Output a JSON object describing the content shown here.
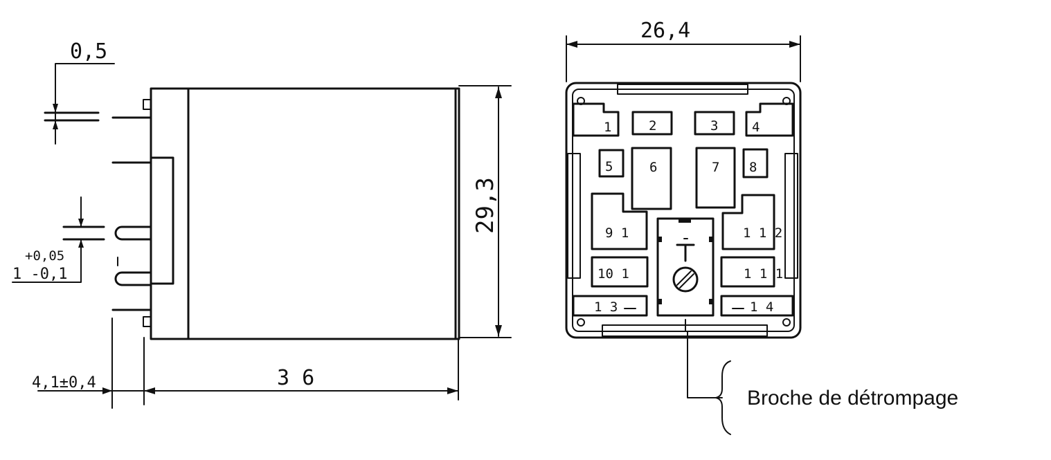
{
  "side_view": {
    "dim_thickness": "0,5",
    "dim_height": "29,3",
    "dim_length": "3 6",
    "dim_pin_offset": "4,1±0,4",
    "dim_pin_tol_upper": "+0,05",
    "dim_pin_width": "1 -0,1"
  },
  "bottom_view": {
    "dim_width": "26,4",
    "pins": [
      "1",
      "2",
      "3",
      "4",
      "5",
      "6",
      "7",
      "8",
      "9 1",
      "1 1 2",
      "10 1",
      "1 1 1",
      "1 3",
      "1 4"
    ],
    "caption": "Broche de détrompage"
  }
}
